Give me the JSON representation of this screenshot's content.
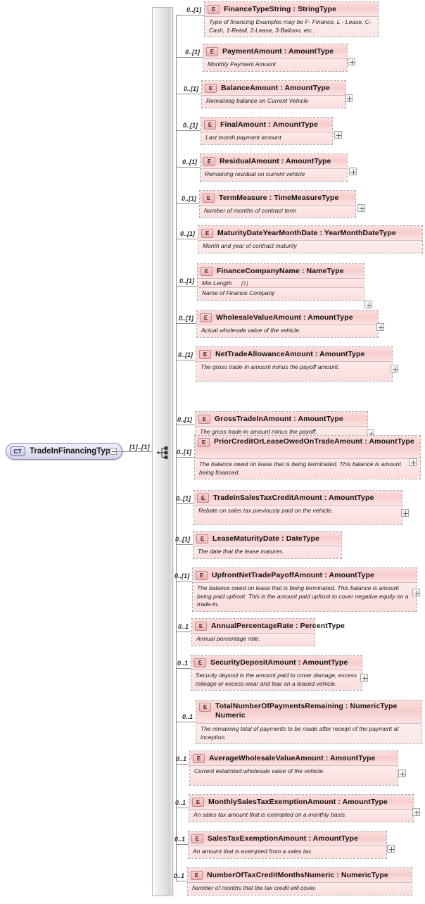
{
  "diagram": {
    "kind": "xsd-schema-diagram",
    "root": {
      "badge": "CT",
      "label": "TradeInFinancingType",
      "cardinality": "[1]..[1]",
      "compositor": "sequence-icon",
      "collapse": "collapse-icon"
    },
    "colors": {
      "element_fill": "#f7cccc",
      "element_border": "#a9a9a9",
      "root_fill": "#e2e2f2",
      "root_border": "#8a8ab0",
      "connector": "#8f8f8f",
      "sequence_bar": "#e2e2e2"
    },
    "element_badge": "E",
    "elements": [
      {
        "cardinality": "0..[1]",
        "name": "FinanceTypeString : StringType",
        "doc": "Type of financing Examples may be F- Finance, L - Lease, C-Cash, 1-Retail, 2-Lease, 3-Balloon, etc..",
        "expander": false,
        "facet": null
      },
      {
        "cardinality": "0..[1]",
        "name": "PaymentAmount : AmountType",
        "doc": "Monthly Payment Amount",
        "expander": true,
        "facet": null
      },
      {
        "cardinality": "0..[1]",
        "name": "BalanceAmount : AmountType",
        "doc": "Remaining balance on Current Vehicle",
        "expander": true,
        "facet": null
      },
      {
        "cardinality": "0..[1]",
        "name": "FinalAmount : AmountType",
        "doc": "Last month payment amount",
        "expander": true,
        "facet": null
      },
      {
        "cardinality": "0..[1]",
        "name": "ResidualAmount : AmountType",
        "doc": "Remaining residual on current vehicle",
        "expander": true,
        "facet": null
      },
      {
        "cardinality": "0..[1]",
        "name": "TermMeasure : TimeMeasureType",
        "doc": "Number of months of contract term",
        "expander": true,
        "facet": null
      },
      {
        "cardinality": "0..[1]",
        "name": "MaturityDateYearMonthDate : YearMonthDateType",
        "doc": "Month and year of contract maturity",
        "expander": false,
        "facet": null
      },
      {
        "cardinality": "0..[1]",
        "name": "FinanceCompanyName : NameType",
        "doc": "Name of Finance Company",
        "expander": true,
        "facet": {
          "label": "Min Length",
          "value": "[1]"
        }
      },
      {
        "cardinality": "0..[1]",
        "name": "WholesaleValueAmount : AmountType",
        "doc": "Actual wholesale value of the vehicle.",
        "expander": true,
        "facet": null
      },
      {
        "cardinality": "0..[1]",
        "name": "NetTradeAllowanceAmount : AmountType",
        "doc": "The gross trade-in amount minus the payoff amount.",
        "expander": true,
        "facet": null
      },
      {
        "cardinality": "0..[1]",
        "name": "GrossTradeInAmount : AmountType",
        "doc": "The gross trade-in amount minus the payoff.",
        "expander": true,
        "facet": null
      },
      {
        "cardinality": "0..[1]",
        "name": "PriorCreditOrLeaseOwedOnTradeAmount : AmountType",
        "doc": "The balance owed on lease that is being terminated. This balance is amount being financed.",
        "expander": true,
        "facet": null
      },
      {
        "cardinality": "0..[1]",
        "name": "TradeInSalesTaxCreditAmount : AmountType",
        "doc": "Rebate on sales tax previously paid on the vehicle.",
        "expander": true,
        "facet": null
      },
      {
        "cardinality": "0..[1]",
        "name": "LeaseMaturityDate : DateType",
        "doc": "The date that the lease matures.",
        "expander": false,
        "facet": null
      },
      {
        "cardinality": "0..[1]",
        "name": "UpfrontNetTradePayoffAmount : AmountType",
        "doc": "The balance owed on lease that is being terminated. This balance is amount being paid upfront. This is the amount paid upfront to cover negative equity on a trade-in.",
        "expander": true,
        "facet": null
      },
      {
        "cardinality": "0..1",
        "name": "AnnualPercentageRate : PercentType",
        "doc": "Annual percentage rate.",
        "expander": false,
        "facet": null
      },
      {
        "cardinality": "0..1",
        "name": "SecurityDepositAmount : AmountType",
        "doc": "Security deposit is the amount paid to cover damage, excess mileage or excess wear and tear on a leased vehicle.",
        "expander": true,
        "facet": null
      },
      {
        "cardinality": "0..1",
        "name": "TotalNumberOfPaymentsRemaining : NumericType Numeric",
        "doc": "The remaining total of payments to be made after receipt of the payment at inception.",
        "expander": false,
        "facet": null
      },
      {
        "cardinality": "0..1",
        "name": "AverageWholesaleValueAmount : AmountType",
        "doc": "Current estaimted wholesale value of the vehicle.",
        "expander": true,
        "facet": null
      },
      {
        "cardinality": "0..1",
        "name": "MonthlySalesTaxExemptionAmount : AmountType",
        "doc": "An sales tax amount that is exempted on a monthly basis.",
        "expander": true,
        "facet": null
      },
      {
        "cardinality": "0..1",
        "name": "SalesTaxExemptionAmount : AmountType",
        "doc": "An amount that is exempted from a sales tax.",
        "expander": true,
        "facet": null
      },
      {
        "cardinality": "0..1",
        "name": "NumberOfTaxCreditMonthsNumeric : NumericType",
        "doc": "Number of months that the tax credit will cover.",
        "expander": false,
        "facet": null
      }
    ]
  }
}
